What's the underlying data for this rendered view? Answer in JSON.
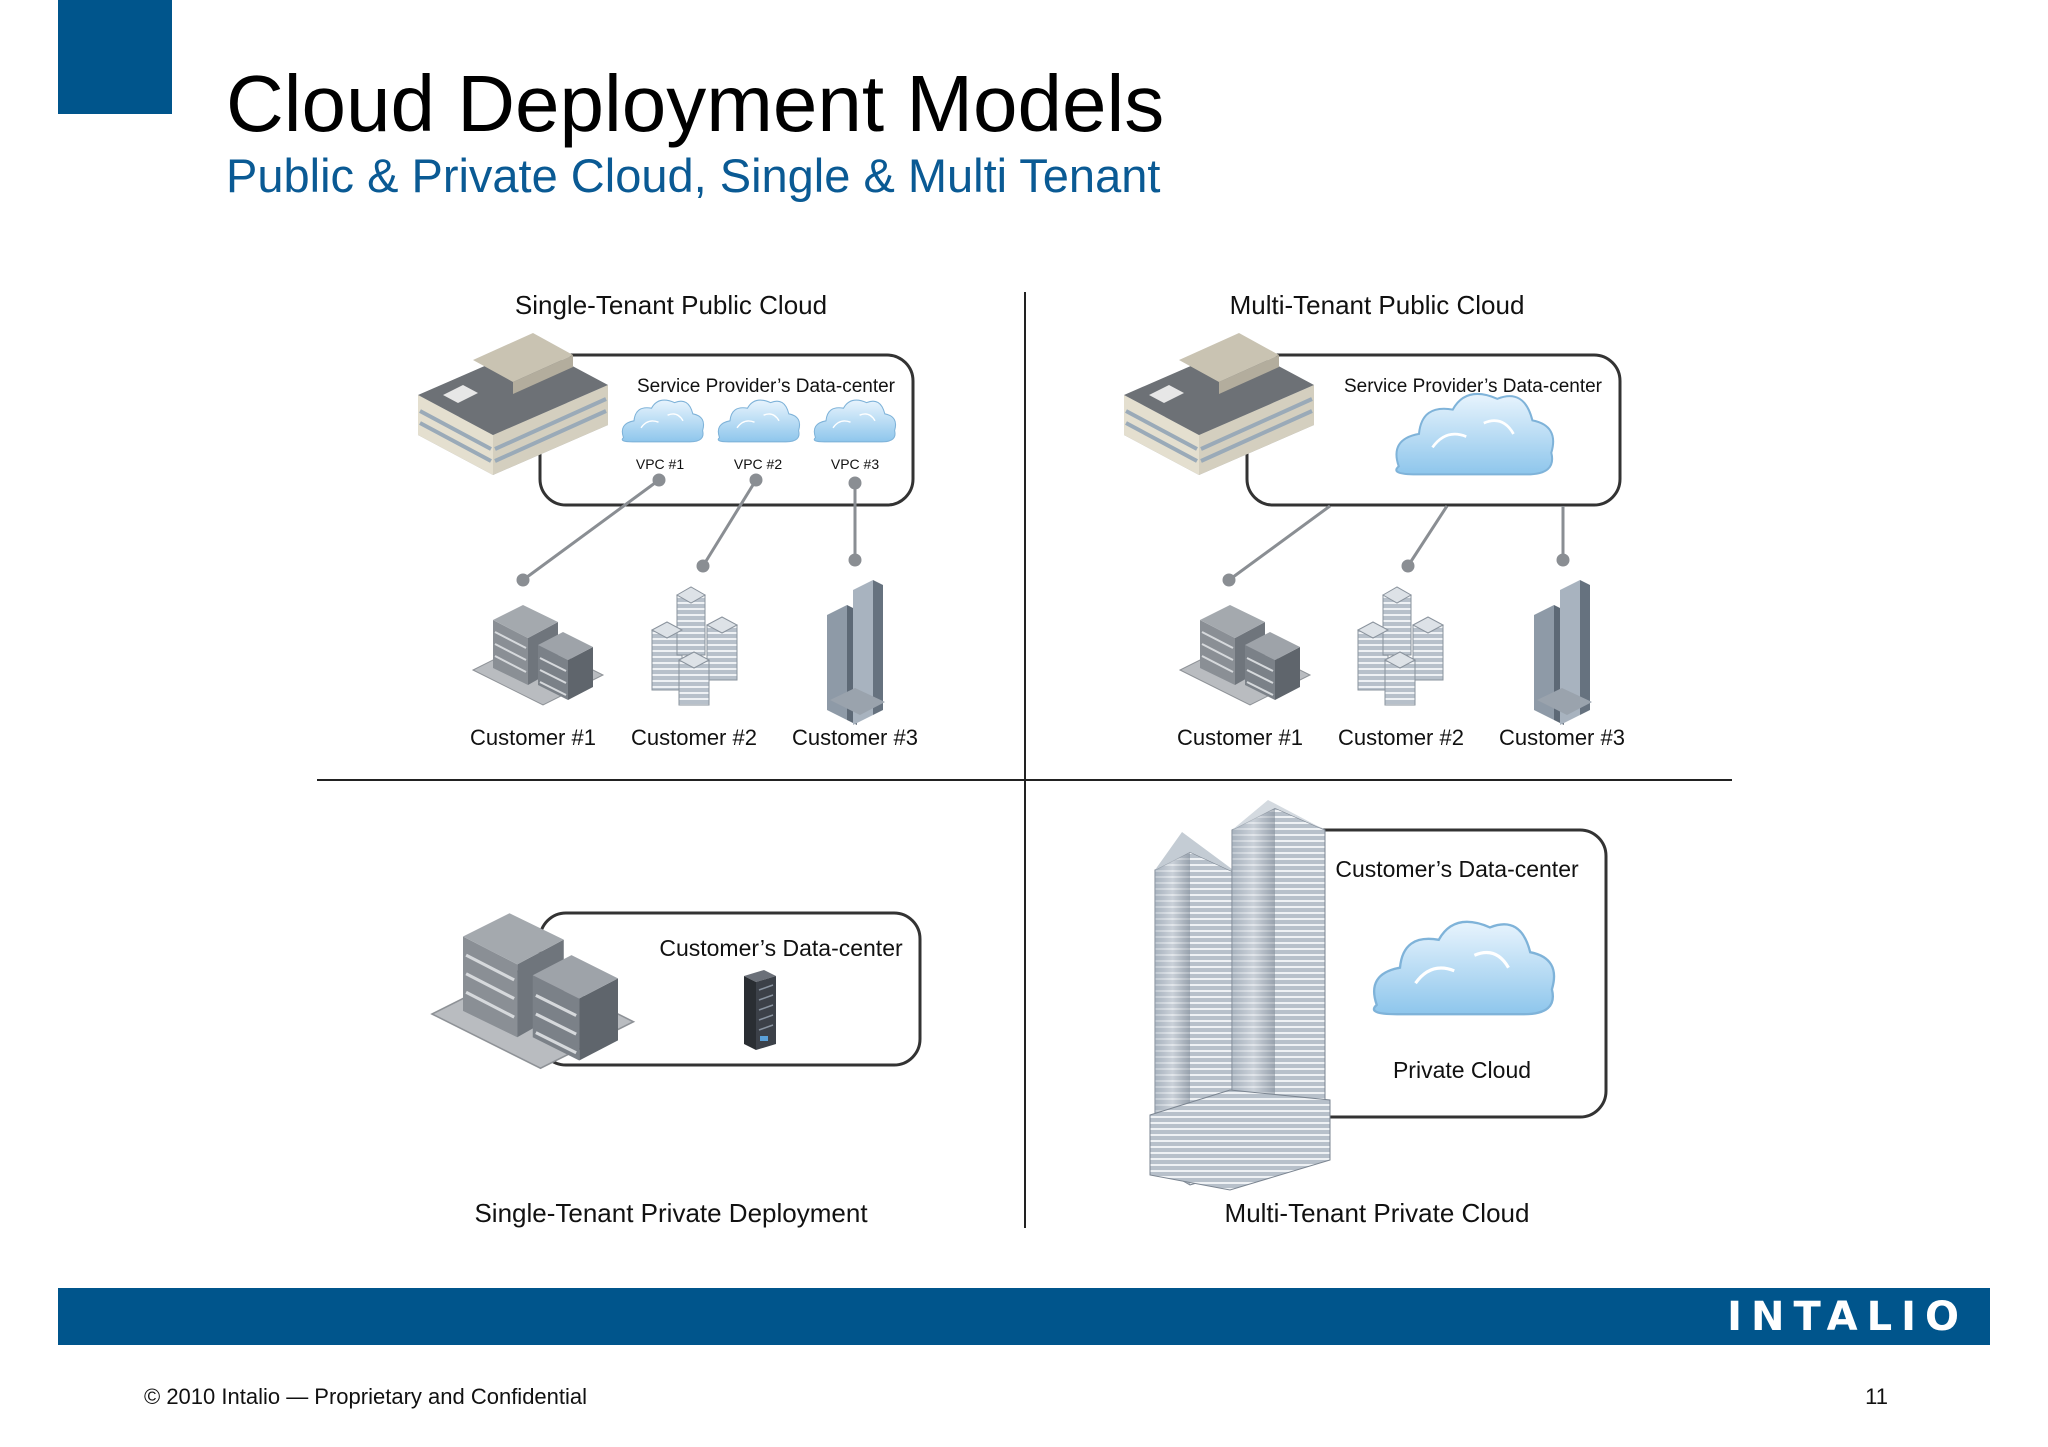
{
  "slide": {
    "title": "Cloud Deployment Models",
    "subtitle": "Public & Private Cloud, Single & Multi Tenant",
    "accent_color": "#00558c",
    "subtitle_color": "#0a5a94"
  },
  "quadrants": {
    "single_public": {
      "title": "Single-Tenant Public Cloud",
      "dc_label": "Service Provider’s Data-center",
      "vpcs": [
        "VPC #1",
        "VPC #2",
        "VPC #3"
      ],
      "customers": [
        "Customer #1",
        "Customer #2",
        "Customer #3"
      ]
    },
    "multi_public": {
      "title": "Multi-Tenant Public Cloud",
      "dc_label": "Service Provider’s Data-center",
      "customers": [
        "Customer #1",
        "Customer #2",
        "Customer #3"
      ]
    },
    "single_private": {
      "title": "Single-Tenant Private Deployment",
      "dc_label": "Customer’s Data-center"
    },
    "multi_private": {
      "title": "Multi-Tenant Private Cloud",
      "dc_label": "Customer’s Data-center",
      "cloud_label": "Private Cloud"
    }
  },
  "footer": {
    "brand": "INTALIO",
    "copyright": "© 2010 Intalio — Proprietary and Confidential",
    "page_number": "11"
  },
  "icons": [
    "building-icon",
    "cloud-icon",
    "office-icon",
    "apartment-icon",
    "skyscraper-icon",
    "server-rack-icon",
    "tower-icon"
  ]
}
